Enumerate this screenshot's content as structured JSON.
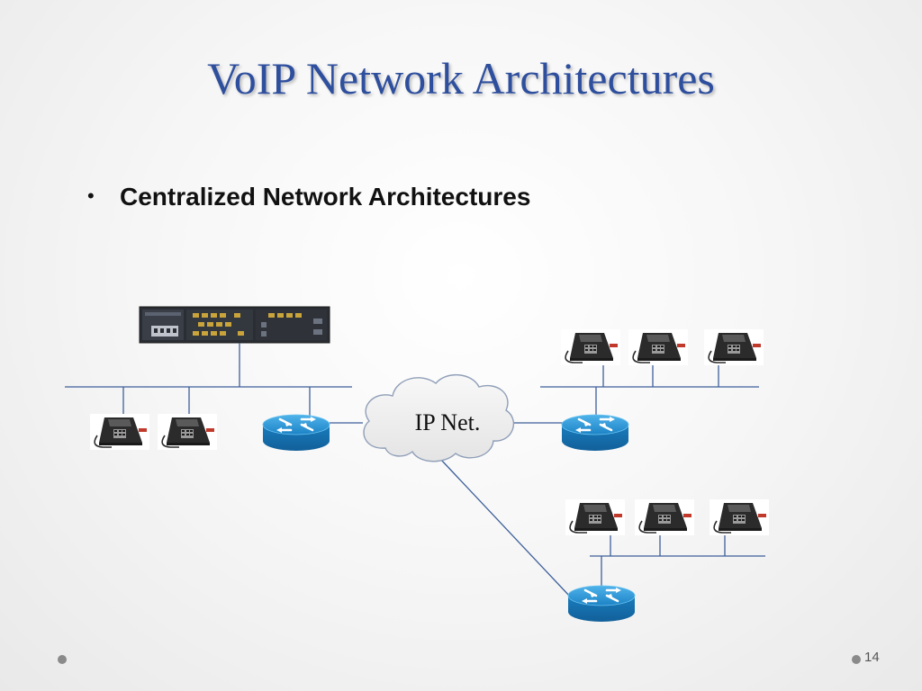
{
  "slide": {
    "title": "VoIP Network Architectures",
    "bullet_marker": "•",
    "bullet_text": "Centralized Network Architectures",
    "page_number": "14"
  },
  "diagram": {
    "cloud_label": "IP Net.",
    "colors": {
      "title": "#2e4f9e",
      "line": "#3d5f9a",
      "router": "#1f86c9",
      "cloud_fill": "#f0f0f0",
      "phone_body": "#2b2b2b"
    }
  }
}
